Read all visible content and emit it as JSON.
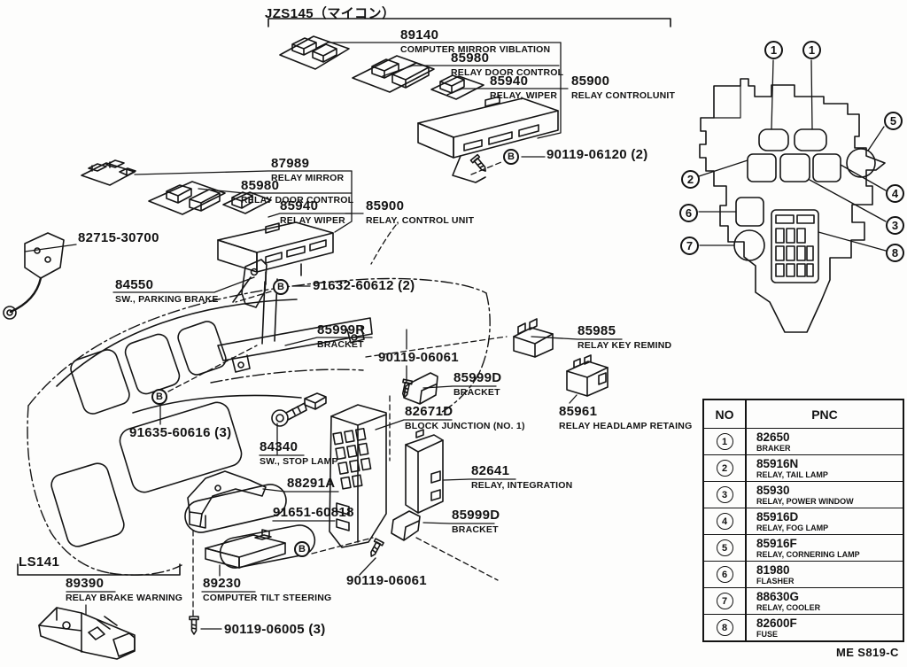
{
  "page": {
    "title": "JZS145（マイコン）",
    "sub_section": "LS141",
    "doc_code": "ME S819-C"
  },
  "markers": {
    "bolt": "B"
  },
  "parts": {
    "p89140": {
      "num": "89140",
      "name": "COMPUTER MIRROR VIBLATION"
    },
    "p85980_top": {
      "num": "85980",
      "name": "RELAY DOOR CONTROL"
    },
    "p85940_top": {
      "num": "85940",
      "name": "RELAY, WIPER"
    },
    "p85900_top": {
      "num": "85900",
      "name": "RELAY CONTROLUNIT"
    },
    "s90119_06120": {
      "num": "90119-06120 (2)"
    },
    "p87989": {
      "num": "87989",
      "name": "RELAY MIRROR"
    },
    "p85980_mid": {
      "num": "85980",
      "name": "RELAY DOOR CONTROL"
    },
    "p85940_mid": {
      "num": "85940",
      "name": "RELAY WIPER"
    },
    "p85900_mid": {
      "num": "85900",
      "name": "RELAY, CONTROL UNIT"
    },
    "p82715": {
      "num": "82715-30700"
    },
    "p84550": {
      "num": "84550",
      "name": "SW., PARKING BRAKE"
    },
    "s91632": {
      "num": "91632-60612 (2)"
    },
    "p85999r": {
      "num": "85999R",
      "name": "BRACKET"
    },
    "s90119_06061_a": {
      "num": "90119-06061"
    },
    "p85985": {
      "num": "85985",
      "name": "RELAY KEY REMIND"
    },
    "p85999d_a": {
      "num": "85999D",
      "name": "BRACKET"
    },
    "p82671d": {
      "num": "82671D",
      "name": "BLOCK JUNCTION (NO. 1)"
    },
    "p85961": {
      "num": "85961",
      "name": "RELAY HEADLAMP RETAING"
    },
    "s91635": {
      "num": "91635-60616 (3)"
    },
    "p84340": {
      "num": "84340",
      "name": "SW., STOP LAMP"
    },
    "p88291a": {
      "num": "88291A"
    },
    "s91651": {
      "num": "91651-60818"
    },
    "p82641": {
      "num": "82641",
      "name": "RELAY, INTEGRATION"
    },
    "p85999d_b": {
      "num": "85999D",
      "name": "BRACKET"
    },
    "p89230": {
      "num": "89230",
      "name": "COMPUTER TILT STEERING"
    },
    "s90119_06061_b": {
      "num": "90119-06061"
    },
    "p89390": {
      "num": "89390",
      "name": "RELAY BRAKE WARNING"
    },
    "s90119_06005": {
      "num": "90119-06005 (3)"
    }
  },
  "panel": {
    "callouts": [
      "1",
      "1",
      "2",
      "3",
      "4",
      "5",
      "6",
      "7",
      "8"
    ]
  },
  "callout_table": {
    "headers": [
      "NO",
      "PNC"
    ],
    "rows": [
      {
        "no": "1",
        "pnc": "82650",
        "name": "BRAKER"
      },
      {
        "no": "2",
        "pnc": "85916N",
        "name": "RELAY, TAIL LAMP"
      },
      {
        "no": "3",
        "pnc": "85930",
        "name": "RELAY, POWER WINDOW"
      },
      {
        "no": "4",
        "pnc": "85916D",
        "name": "RELAY, FOG LAMP"
      },
      {
        "no": "5",
        "pnc": "85916F",
        "name": "RELAY, CORNERING LAMP"
      },
      {
        "no": "6",
        "pnc": "81980",
        "name": "FLASHER"
      },
      {
        "no": "7",
        "pnc": "88630G",
        "name": "RELAY, COOLER"
      },
      {
        "no": "8",
        "pnc": "82600F",
        "name": "FUSE"
      }
    ]
  }
}
